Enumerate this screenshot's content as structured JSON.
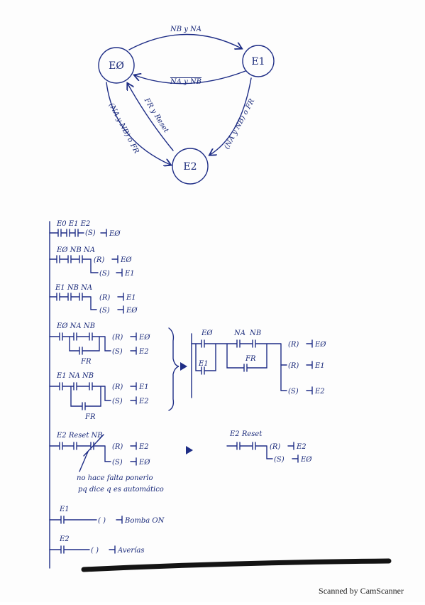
{
  "diagram": {
    "states": {
      "e0": "EØ",
      "e1": "E1",
      "e2": "E2"
    },
    "transitions": {
      "e0_to_e1": "NB y NA",
      "e1_to_e0": "NA y NB",
      "e2_to_e0": "FR y Reset",
      "e0_to_e2": "(NA y NB) o FR",
      "e1_to_e2": "(NA y NB) o FR"
    }
  },
  "ladder": {
    "r1": {
      "contacts": "E0 E1 E2",
      "coil": "(S)",
      "out": "EØ"
    },
    "r2": {
      "contacts": "EØ NB NA",
      "coil1": "(R)",
      "out1": "EØ",
      "coil2": "(S)",
      "out2": "E1"
    },
    "r3": {
      "contacts": "E1 NB NA",
      "coil1": "(R)",
      "out1": "E1",
      "coil2": "(S)",
      "out2": "EØ"
    },
    "r4": {
      "contacts": "EØ NA NB",
      "branch": "FR",
      "coil1": "(R)",
      "out1": "EØ",
      "coil2": "(S)",
      "out2": "E2"
    },
    "r5": {
      "contacts": "E1 NA NB",
      "branch": "FR",
      "coil1": "(R)",
      "out1": "E1",
      "coil2": "(S)",
      "out2": "E2"
    },
    "merged": {
      "c1": "EØ",
      "c2": "E1",
      "c3": "NA",
      "c4": "NB",
      "branch": "FR",
      "coil1": "(R)",
      "out1": "EØ",
      "coil2": "(R)",
      "out2": "E1",
      "coil3": "(S)",
      "out3": "E2"
    },
    "r6": {
      "contacts": "E2 Reset NB",
      "coil1": "(R)",
      "out1": "E2",
      "coil2": "(S)",
      "out2": "EØ",
      "note1": "no hace falta ponerlo",
      "note2": "pq dice q es automático"
    },
    "r6b": {
      "contacts": "E2 Reset",
      "coil1": "(R)",
      "out1": "E2",
      "coil2": "(S)",
      "out2": "EØ"
    },
    "r7": {
      "contact": "E1",
      "coil": "( )",
      "out": "Bomba ON"
    },
    "r8": {
      "contact": "E2",
      "coil": "( )",
      "out": "Averías"
    }
  },
  "footer": "Scanned by CamScanner"
}
